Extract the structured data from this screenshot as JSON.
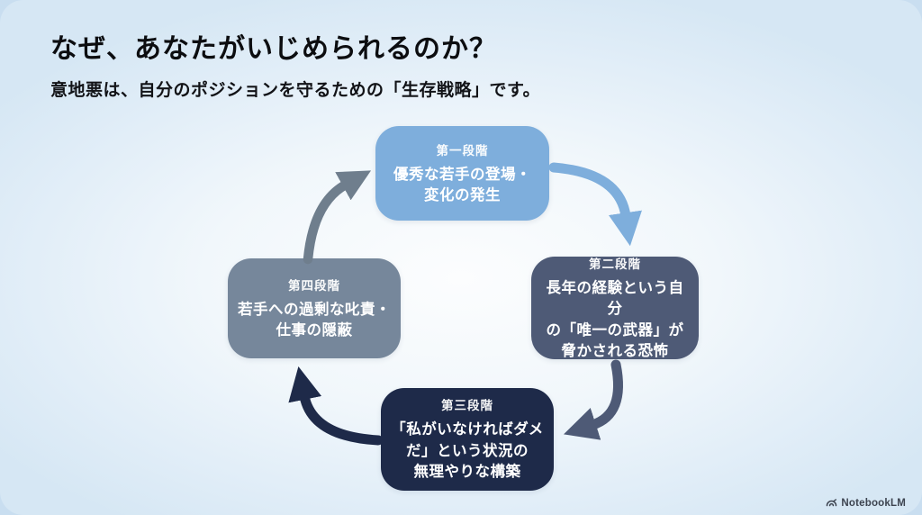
{
  "slide": {
    "title": "なぜ、あなたがいじめられるのか？",
    "subtitle": "意地悪は、自分のポジションを守るための「生存戦略」です。",
    "background_center_color": "#fcfdfe",
    "background_edge_color": "#d6e7f4"
  },
  "cycle": {
    "direction": "clockwise",
    "stages": [
      {
        "label": "第一段階",
        "text": "優秀な若手の登場・\n変化の発生",
        "color": "#7EAEDC",
        "text_color": "#ffffff"
      },
      {
        "label": "第二段階",
        "text": "長年の経験という自分\nの「唯一の武器」が\n脅かされる恐怖",
        "color": "#4E5A76",
        "text_color": "#ffffff"
      },
      {
        "label": "第三段階",
        "text": "「私がいなければダメ\nだ」という状況の\n無理やりな構築",
        "color": "#1E2A49",
        "text_color": "#ffffff"
      },
      {
        "label": "第四段階",
        "text": "若手への過剰な叱責・\n仕事の隠蔽",
        "color": "#76879B",
        "text_color": "#ffffff"
      }
    ],
    "arrows": [
      {
        "name": "stage1-to-stage2",
        "color": "#7EAEDC"
      },
      {
        "name": "stage2-to-stage3",
        "color": "#4E5A76"
      },
      {
        "name": "stage3-to-stage4",
        "color": "#1E2A49"
      },
      {
        "name": "stage4-to-stage1",
        "color": "#6F7E8D"
      }
    ]
  },
  "footer": {
    "brand": "NotebookLM",
    "icon": "notebooklm-logo-icon",
    "text_color": "#3d4450"
  }
}
